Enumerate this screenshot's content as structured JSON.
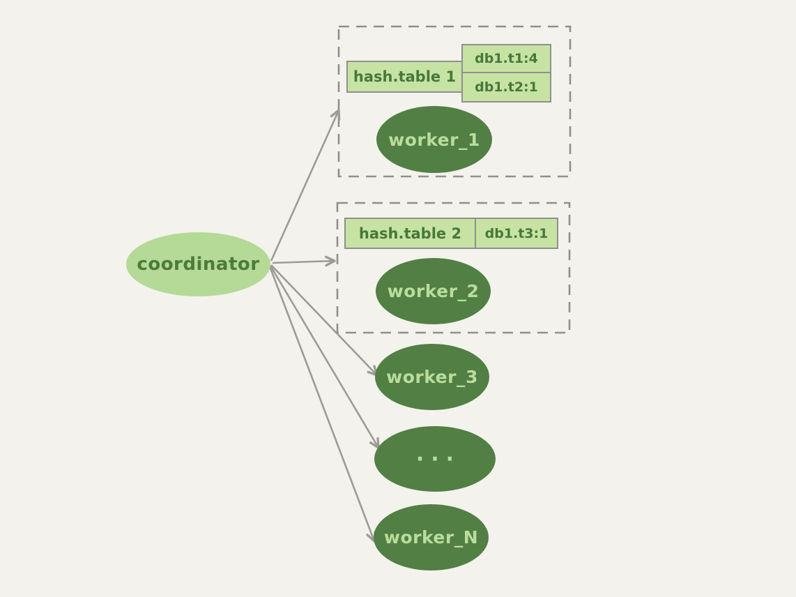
{
  "diagram": {
    "coordinator": {
      "label": "coordinator"
    },
    "groups": [
      {
        "table": {
          "title": "hash.table 1",
          "entries": [
            "db1.t1:4",
            "db1.t2:1"
          ]
        },
        "worker": {
          "label": "worker_1"
        }
      },
      {
        "table": {
          "title": "hash.table 2",
          "entries": [
            "db1.t3:1"
          ]
        },
        "worker": {
          "label": "worker_2"
        }
      }
    ],
    "extra_workers": [
      {
        "label": "worker_3"
      },
      {
        "label": "···"
      },
      {
        "label": "worker_N"
      }
    ]
  },
  "colors": {
    "background": "#f3f2ec",
    "coordinator_fill": "#b5d996",
    "coordinator_text": "#4c7b3a",
    "worker_fill": "#527f44",
    "worker_text": "#b9dd9c",
    "cell_fill": "#c6e3a3",
    "cell_text": "#47783a",
    "box_border": "#8f8f8f",
    "arrow": "#9b9b98"
  }
}
